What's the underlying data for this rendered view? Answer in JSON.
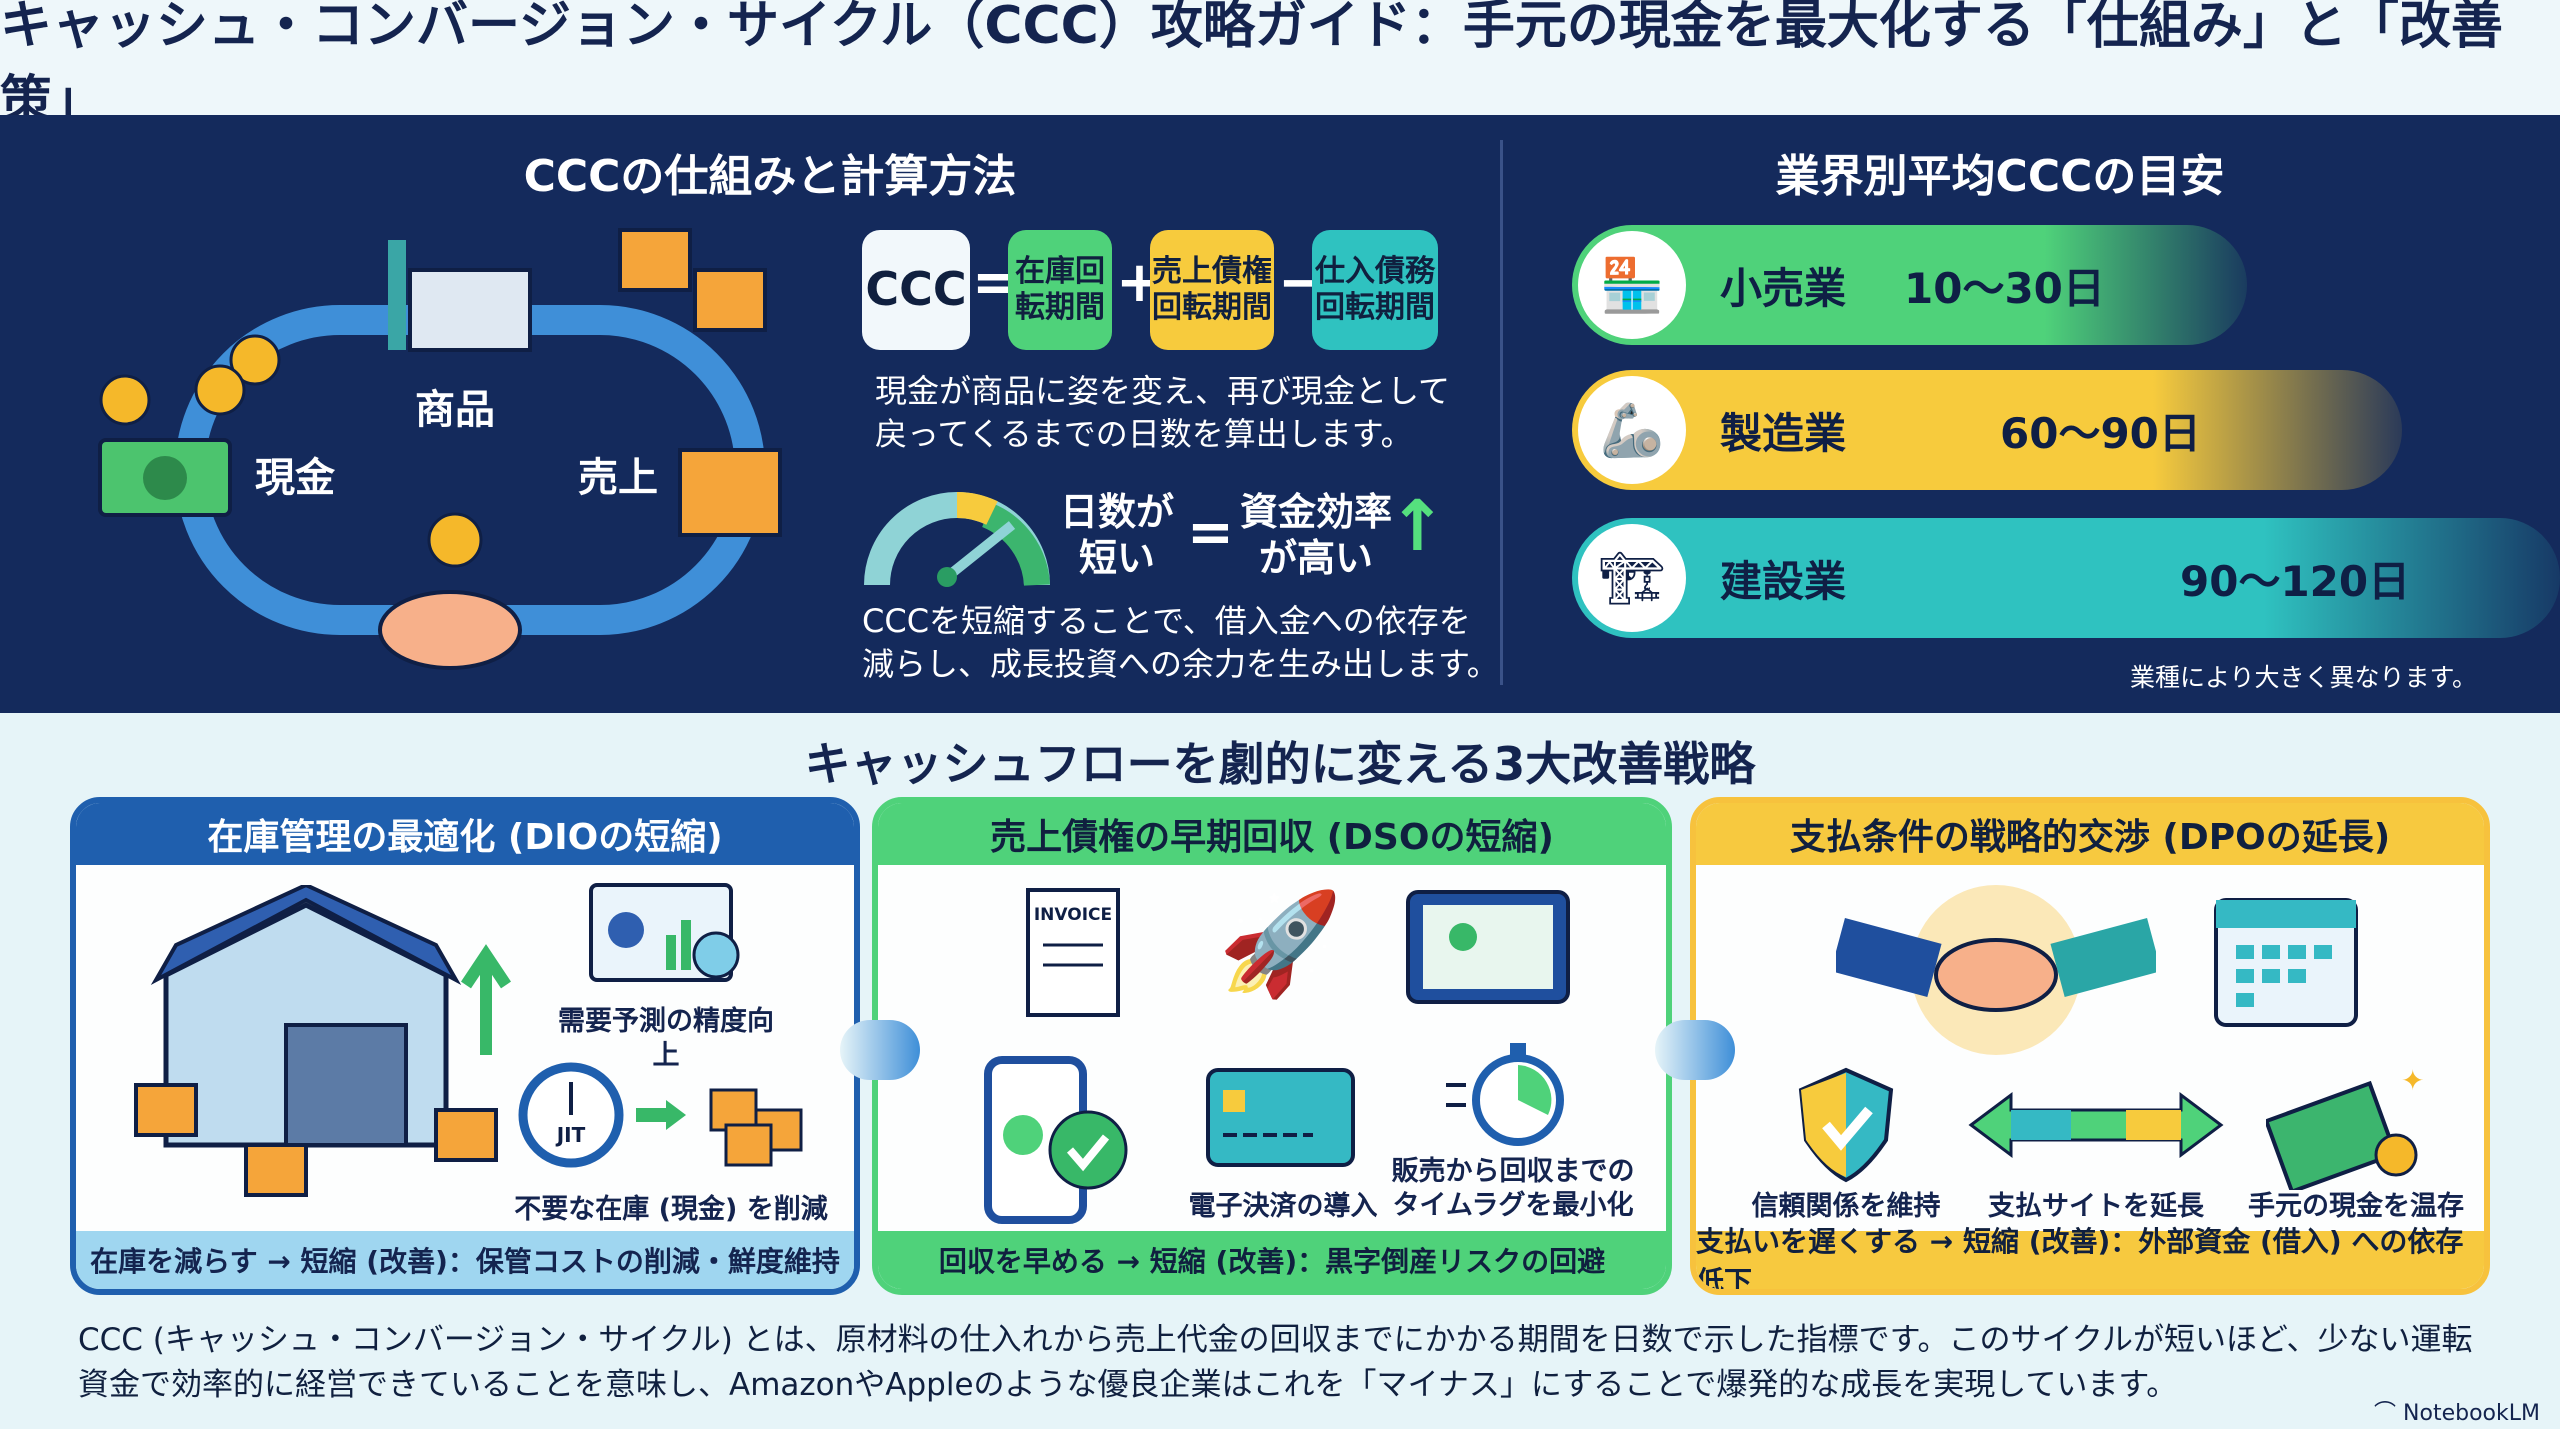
{
  "title": "キャッシュ・コンバージョン・サイクル（CCC）攻略ガイド：手元の現金を最大化する「仕組み」と「改善策」",
  "mechanism": {
    "heading": "CCCの仕組みと計算方法",
    "cycle_labels": {
      "cash": "現金",
      "goods": "商品",
      "sales": "売上"
    },
    "formula": {
      "ccc": "CCC",
      "eq": "=",
      "plus": "+",
      "minus": "−",
      "dio": "在庫回\n転期間",
      "dso": "売上債権\n回転期間",
      "dpo": "仕入債務\n回転期間"
    },
    "formula_note": "現金が商品に姿を変え、再び現金として\n戻ってくるまでの日数を算出します。",
    "short_days": "日数が\n短い",
    "equals": "=",
    "efficiency": "資金効率\nが高い",
    "benefit": "CCCを短縮することで、借入金への依存を\n減らし、成長投資への余力を生み出します。"
  },
  "industry": {
    "heading": "業界別平均CCCの目安",
    "items": [
      {
        "name": "小売業",
        "days": "10〜30日",
        "color": "#4fd27a",
        "icon": "store-icon"
      },
      {
        "name": "製造業",
        "days": "60〜90日",
        "color": "#f7cb3d",
        "icon": "robot-arm-icon"
      },
      {
        "name": "建設業",
        "days": "90〜120日",
        "color": "#2fc2c0",
        "icon": "crane-icon"
      }
    ],
    "note": "業種により大きく異なります。"
  },
  "strategies": {
    "heading": "キャッシュフローを劇的に変える3大改善戦略",
    "cards": [
      {
        "title": "在庫管理の最適化 (DIOの短縮)",
        "labels": [
          "需要予測の精度向上",
          "不要な在庫 (現金) を削減"
        ],
        "footer": "在庫を減らす → 短縮 (改善)：保管コストの削減・鮮度維持",
        "jit": "JIT"
      },
      {
        "title": "売上債権の早期回収 (DSOの短縮)",
        "labels": [
          "電子決済の導入",
          "販売から回収までの\nタイムラグを最小化"
        ],
        "footer": "回収を早める → 短縮 (改善)：黒字倒産リスクの回避",
        "invoice": "INVOICE"
      },
      {
        "title": "支払条件の戦略的交渉 (DPOの延長)",
        "labels": [
          "信頼関係を維持",
          "支払サイトを延長",
          "手元の現金を温存"
        ],
        "footer": "支払いを遅くする → 短縮 (改善)：外部資金 (借入) への依存低下"
      }
    ]
  },
  "footer_text": "CCC (キャッシュ・コンバージョン・サイクル) とは、原材料の仕入れから売上代金の回収までにかかる期間を日数で示した指標です。このサイクルが短いほど、少ない運転資金で効率的に経営できていることを意味し、AmazonやAppleのような優良企業はこれを「マイナス」にすることで爆発的な成長を実現しています。",
  "brand": "NotebookLM"
}
